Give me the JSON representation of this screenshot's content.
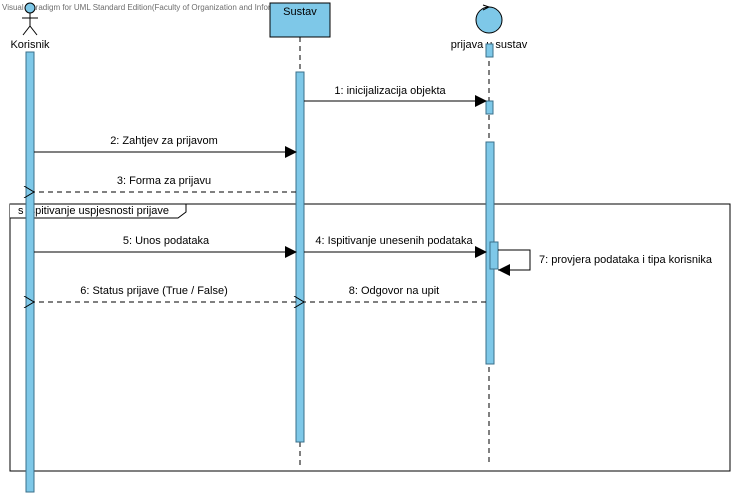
{
  "watermark": "Visual Paradigm for UML Standard Edition(Faculty of Organization and Informatics)",
  "colors": {
    "activation_fill": "#7ec8e8",
    "activation_stroke": "#3a6f8a",
    "object_fill": "#7ec8e8",
    "line": "#000000",
    "frame": "#000000"
  },
  "participants": {
    "actor": {
      "name": "Korisnik",
      "icon": "actor-stick-figure-icon"
    },
    "sustav": {
      "name": "Sustav"
    },
    "control": {
      "name": "prijava u sustav",
      "icon": "control-circle-icon"
    }
  },
  "fragment": {
    "label": "s Ispitivanje uspjesnosti prijave"
  },
  "messages": [
    {
      "id": "m1",
      "text": "1: inicijalizacija objekta",
      "kind": "sync"
    },
    {
      "id": "m2",
      "text": "2: Zahtjev za prijavom",
      "kind": "sync"
    },
    {
      "id": "m3",
      "text": "3: Forma za prijavu",
      "kind": "return"
    },
    {
      "id": "m5",
      "text": "5: Unos podataka",
      "kind": "sync"
    },
    {
      "id": "m4",
      "text": "4: Ispitivanje unesenih podataka",
      "kind": "sync"
    },
    {
      "id": "m7",
      "text": "7: provjera podataka i tipa korisnika",
      "kind": "self"
    },
    {
      "id": "m6",
      "text": "6: Status prijave (True / False)",
      "kind": "return"
    },
    {
      "id": "m8",
      "text": "8: Odgovor na upit",
      "kind": "return"
    }
  ]
}
